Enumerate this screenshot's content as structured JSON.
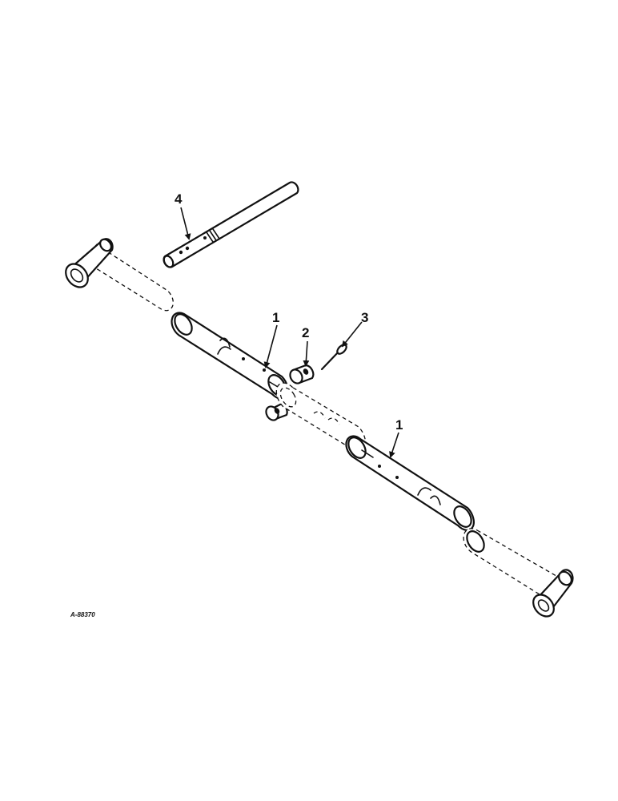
{
  "diagram": {
    "reference_code": "A-88370",
    "callouts": [
      {
        "id": "callout-1-upper",
        "label": "1"
      },
      {
        "id": "callout-2",
        "label": "2"
      },
      {
        "id": "callout-3",
        "label": "3"
      },
      {
        "id": "callout-4",
        "label": "4"
      },
      {
        "id": "callout-1-lower",
        "label": "1"
      }
    ]
  }
}
